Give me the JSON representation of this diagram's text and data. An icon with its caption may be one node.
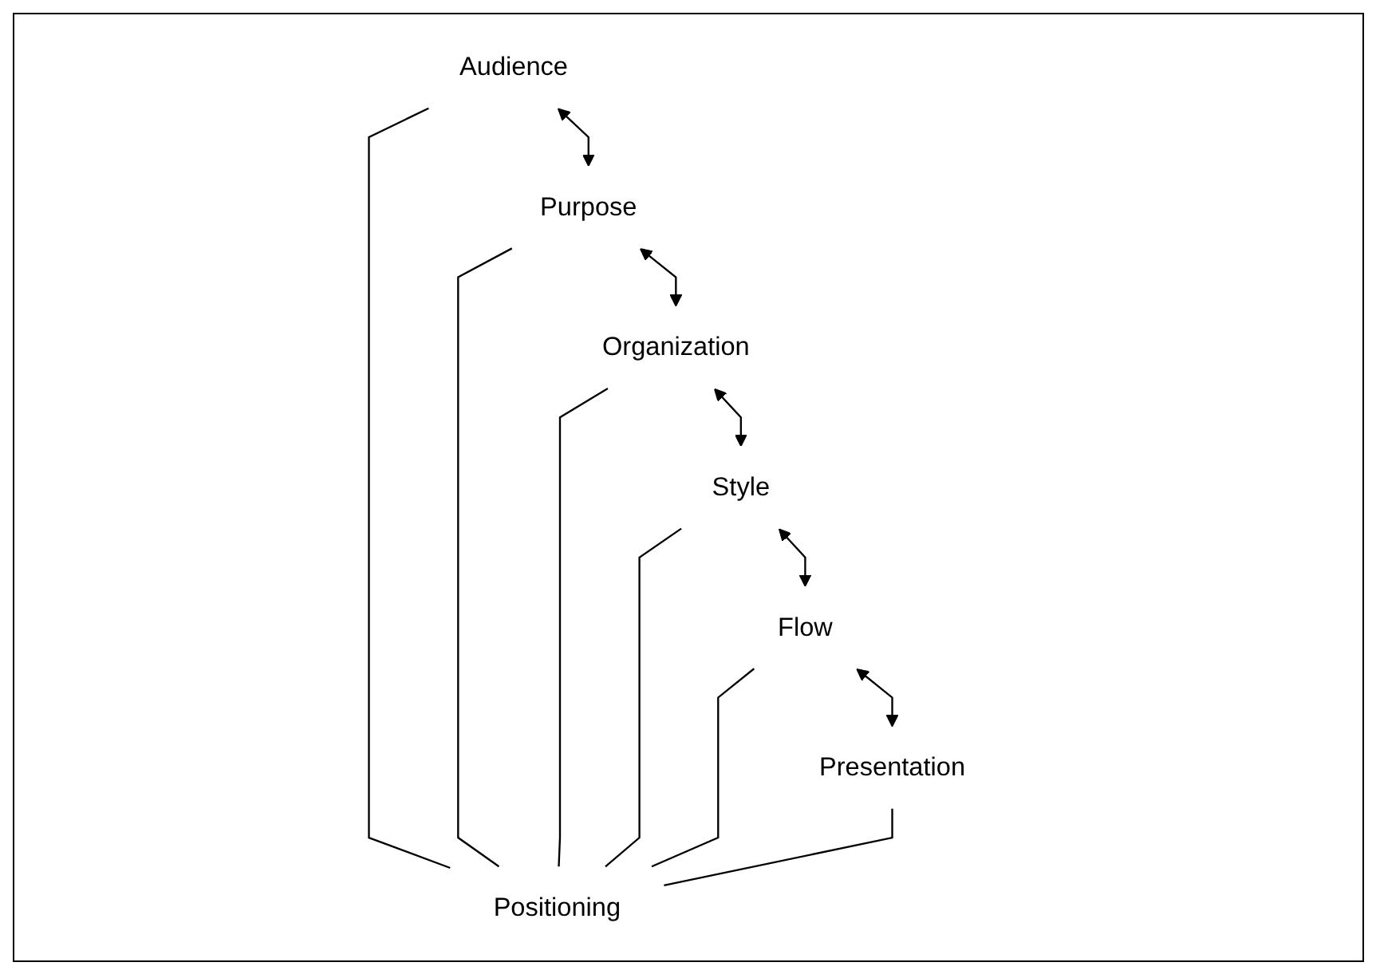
{
  "diagram": {
    "nodes": [
      {
        "text": [
          "Audience"
        ]
      },
      {
        "text": [
          "Purpose"
        ]
      },
      {
        "text": [
          "Organization"
        ]
      },
      {
        "text": [
          "Style"
        ]
      },
      {
        "text": [
          "Flow"
        ]
      },
      {
        "text": [
          "Presentation"
        ]
      },
      {
        "text": [
          "Positioning"
        ]
      }
    ],
    "edges": [
      {
        "from": 0,
        "to": 1,
        "arrow": "both"
      },
      {
        "from": 1,
        "to": 2,
        "arrow": "both"
      },
      {
        "from": 2,
        "to": 3,
        "arrow": "both"
      },
      {
        "from": 3,
        "to": 4,
        "arrow": "both"
      },
      {
        "from": 4,
        "to": 5,
        "arrow": "both"
      },
      {
        "from": 0,
        "to": 6,
        "arrow": "none"
      },
      {
        "from": 1,
        "to": 6,
        "arrow": "none"
      },
      {
        "from": 2,
        "to": 6,
        "arrow": "none"
      },
      {
        "from": 3,
        "to": 6,
        "arrow": "none"
      },
      {
        "from": 4,
        "to": 6,
        "arrow": "none"
      },
      {
        "from": 5,
        "to": 6,
        "arrow": "none"
      }
    ]
  }
}
